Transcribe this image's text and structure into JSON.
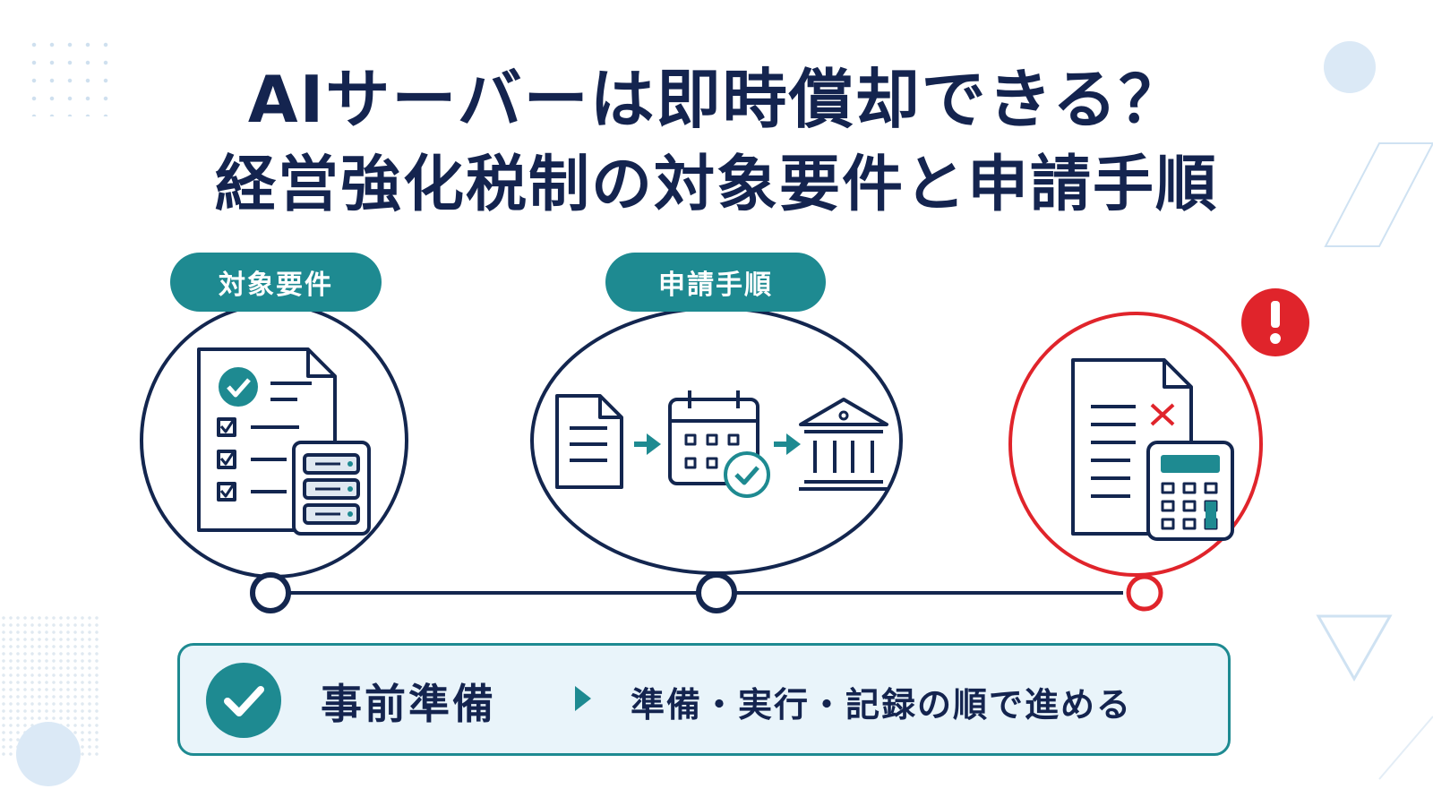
{
  "title": {
    "line1": "AIサーバーは即時償却できる？",
    "line2": "経営強化税制の対象要件と申請手順"
  },
  "steps": [
    {
      "label": "対象要件",
      "icon": "checklist-server-icon",
      "color": "#13264f"
    },
    {
      "label": "申請手順",
      "icon": "document-calendar-bank-flow-icon",
      "color": "#13264f"
    },
    {
      "label": "",
      "icon": "document-calculator-warning-icon",
      "color": "#e0242b"
    }
  ],
  "footer": {
    "label": "事前準備",
    "description": "準備・実行・記録の順で進める"
  },
  "colors": {
    "navy": "#13264f",
    "teal": "#1e8a91",
    "red": "#e0242b",
    "light_blue": "#e9f4fa"
  }
}
